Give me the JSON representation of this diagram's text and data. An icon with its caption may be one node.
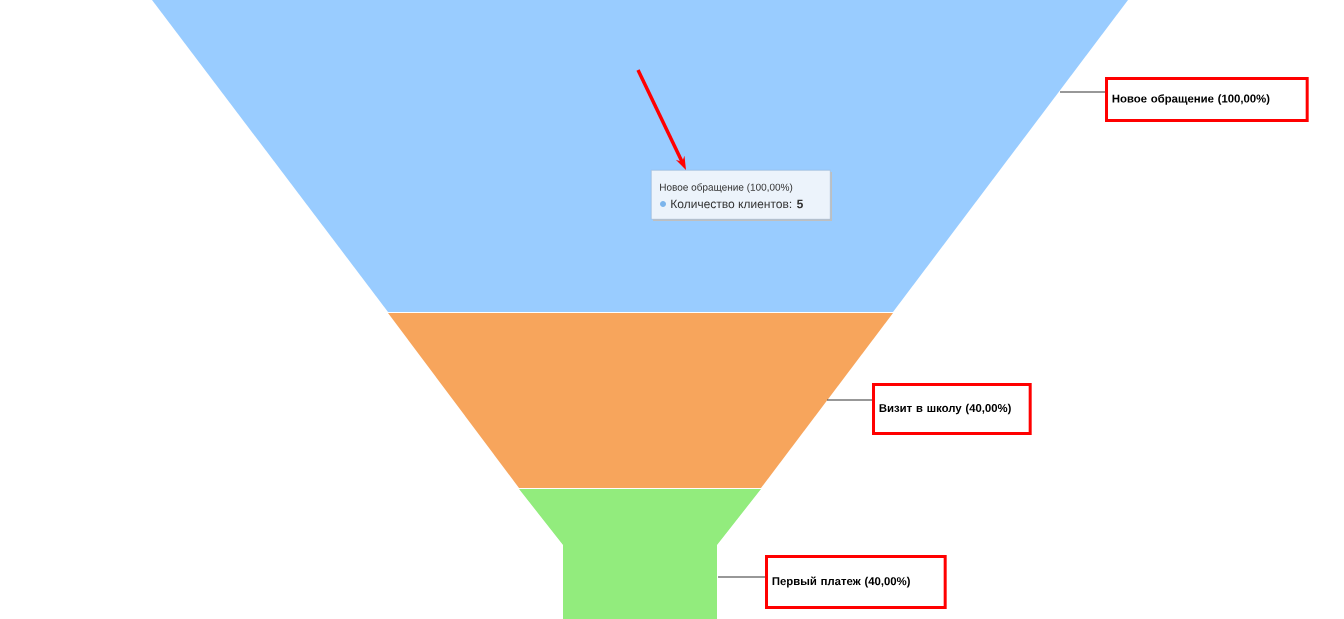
{
  "diagram": {
    "nodes": [
      {
        "text": [],
        "shape": "trapezoid"
      },
      {
        "text": [],
        "shape": "trapezoid"
      },
      {
        "text": [],
        "shape": "polygon"
      },
      {
        "text": [
          "Новое обращение (100,00%)",
          "Количество клиентов: **5**"
        ],
        "in": 0
      },
      {
        "text": [
          "Новое обращение (100,00%)"
        ]
      },
      {
        "text": [
          "Визит в школу (40,00%)"
        ]
      },
      {
        "text": [
          "Первый платеж (40,00%)"
        ]
      }
    ],
    "edges": [
      {
        "from": null,
        "to": 3,
        "arrow": "to",
        "style": "thick",
        "color": "#ff0000"
      },
      {
        "from": 4,
        "to": 0,
        "arrow": "none"
      },
      {
        "from": 5,
        "to": 1,
        "arrow": "none"
      },
      {
        "from": 6,
        "to": 2,
        "arrow": "none"
      }
    ]
  }
}
